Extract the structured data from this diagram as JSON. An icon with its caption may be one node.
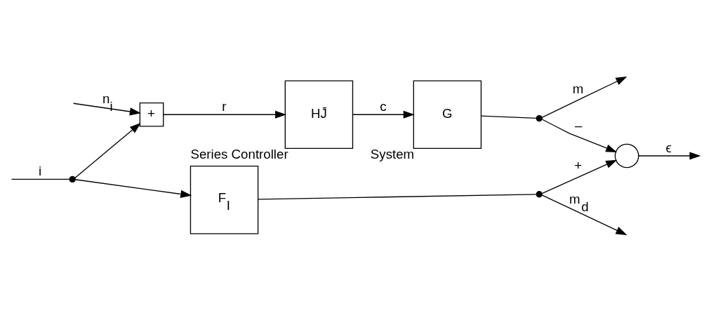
{
  "diagram": {
    "nodes": [
      {
        "text": [],
        "shape": "circle"
      },
      {
        "text": [
          "+"
        ]
      },
      {
        "text": [
          "Series Controller",
          "HJ̄"
        ]
      },
      {
        "text": [
          "System",
          "G"
        ]
      },
      {
        "text": [],
        "shape": "circle"
      },
      {
        "text": [],
        "shape": "circle"
      },
      {
        "text": [
          "F$_{I}$"
        ]
      },
      {
        "text": [],
        "shape": "circle"
      }
    ],
    "edges": [
      {
        "from": null,
        "to": 0,
        "arrow": "none",
        "label": "i"
      },
      {
        "from": 0,
        "to": 1,
        "arrow": "to"
      },
      {
        "from": null,
        "to": 1,
        "arrow": "to",
        "label": "n$_{i}$"
      },
      {
        "from": 1,
        "to": 2,
        "arrow": "to",
        "label": "r"
      },
      {
        "from": 2,
        "to": 3,
        "arrow": "to",
        "label": "c"
      },
      {
        "from": 3,
        "to": 4,
        "arrow": "none"
      },
      {
        "from": 4,
        "to": null,
        "arrow": "to",
        "label": "m"
      },
      {
        "from": 4,
        "to": 5,
        "arrow": "to",
        "label": "–"
      },
      {
        "from": 7,
        "to": 5,
        "arrow": "to",
        "label": "+"
      },
      {
        "from": 5,
        "to": null,
        "arrow": "to",
        "label": "ϵ"
      },
      {
        "from": 0,
        "to": 6,
        "arrow": "to"
      },
      {
        "from": 6,
        "to": 7,
        "arrow": "none"
      },
      {
        "from": 7,
        "to": null,
        "arrow": "to",
        "label": "m$_{d}$"
      }
    ]
  }
}
